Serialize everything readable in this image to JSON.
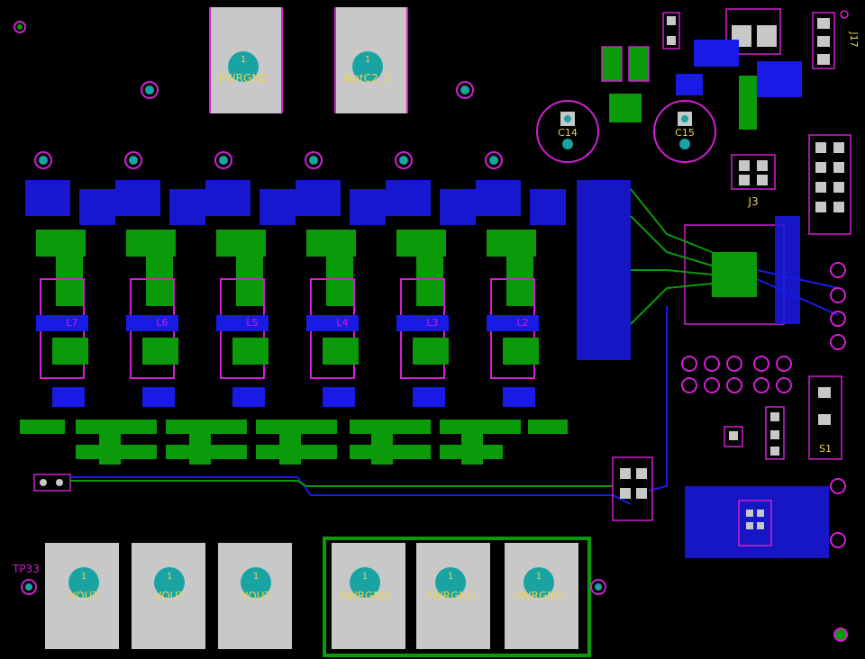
{
  "colors": {
    "background": "#000000",
    "top_copper": "#0a9a0a",
    "bottom_copper": "#1a1ae6",
    "silkscreen": "#d21fd2",
    "pad": "#c8c8c8",
    "pad_center": "#1aa3a3",
    "designator": "#e6d35a",
    "via": "#b0b0b0"
  },
  "power_pads_top": [
    {
      "pin": "1",
      "net": "PWRGND"
    },
    {
      "pin": "1",
      "net": "NetC2_2"
    }
  ],
  "power_pads_bottom": [
    {
      "pin": "1",
      "net": "VOUT"
    },
    {
      "pin": "1",
      "net": "VOUT"
    },
    {
      "pin": "1",
      "net": "VOUT"
    },
    {
      "pin": "1",
      "net": "PWRGND"
    },
    {
      "pin": "1",
      "net": "PWRGND"
    },
    {
      "pin": "1",
      "net": "PWRGND"
    }
  ],
  "inductors": [
    "L7",
    "L6",
    "L5",
    "L4",
    "L3",
    "L2"
  ],
  "capacitors": {
    "c14": "C14",
    "c15": "C15"
  },
  "connectors": {
    "j3": "J3",
    "j17": "J17",
    "s1": "S1"
  },
  "test_points": {
    "tp33": "TP33"
  }
}
